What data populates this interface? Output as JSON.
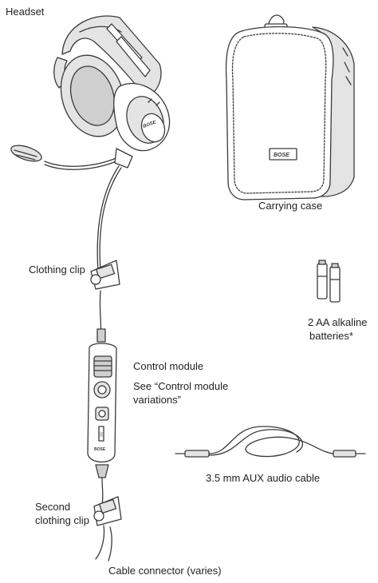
{
  "labels": {
    "headset": "Headset",
    "carrying_case": "Carrying case",
    "clothing_clip": "Clothing clip",
    "batteries_line1": "2 AA alkaline",
    "batteries_line2": "batteries*",
    "control_module": "Control module",
    "see_line1": "See “Control module",
    "see_line2": "variations”",
    "aux_cable": "3.5 mm AUX audio cable",
    "second_clip_line1": "Second",
    "second_clip_line2": "clothing clip",
    "cable_connector": "Cable connector (varies)"
  },
  "logo_text": "BOSE",
  "colors": {
    "line": "#3a3a3a",
    "shade": "#e4e4e4",
    "text": "#231f20"
  }
}
